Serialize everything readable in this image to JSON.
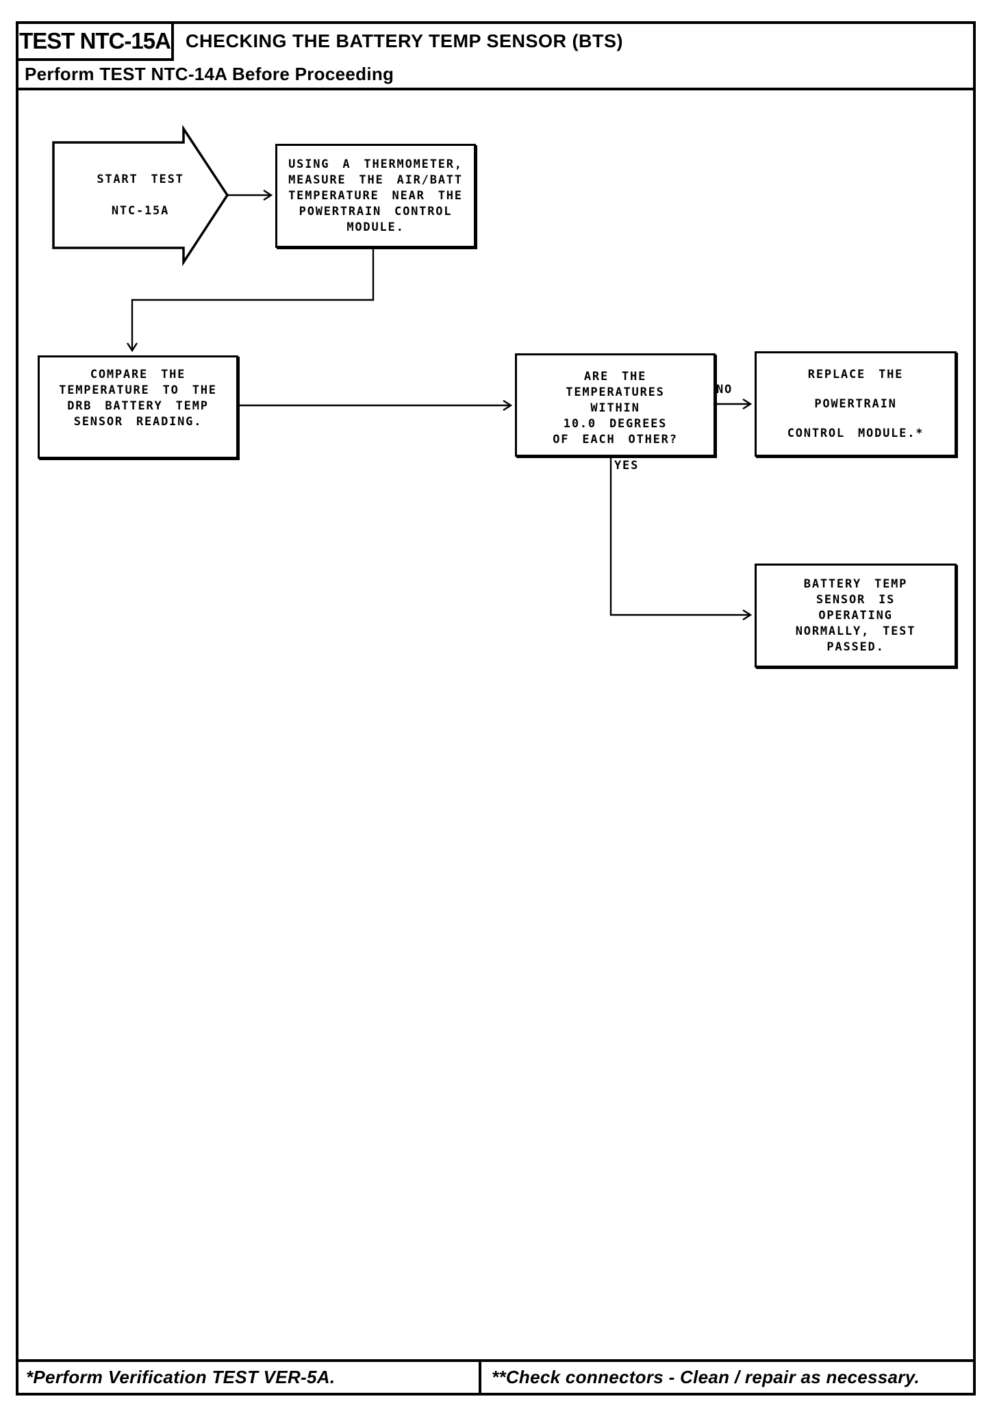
{
  "header": {
    "test_id": "TEST NTC-15A",
    "title": "CHECKING THE BATTERY TEMP SENSOR (BTS)",
    "subtitle": "Perform TEST NTC-14A Before Proceeding"
  },
  "flowchart": {
    "start": "START TEST\nNTC-15A",
    "nodes": {
      "measure": "USING A THERMOMETER,\nMEASURE THE AIR/BATT\nTEMPERATURE NEAR THE\nPOWERTRAIN CONTROL\nMODULE.",
      "compare": "COMPARE THE\nTEMPERATURE TO THE\nDRB BATTERY TEMP\nSENSOR READING.",
      "decision": "ARE THE\nTEMPERATURES\nWITHIN\n10.0 DEGREES\nOF EACH OTHER?",
      "replace": "REPLACE THE\nPOWERTRAIN\nCONTROL MODULE.*",
      "passed": "BATTERY TEMP\nSENSOR IS\nOPERATING\nNORMALLY, TEST\nPASSED."
    },
    "labels": {
      "no": "NO",
      "yes": "YES"
    }
  },
  "footer": {
    "left": "*Perform Verification TEST VER-5A.",
    "right": "**Check connectors - Clean / repair as necessary."
  },
  "colors": {
    "ink": "#000000",
    "paper": "#ffffff"
  }
}
